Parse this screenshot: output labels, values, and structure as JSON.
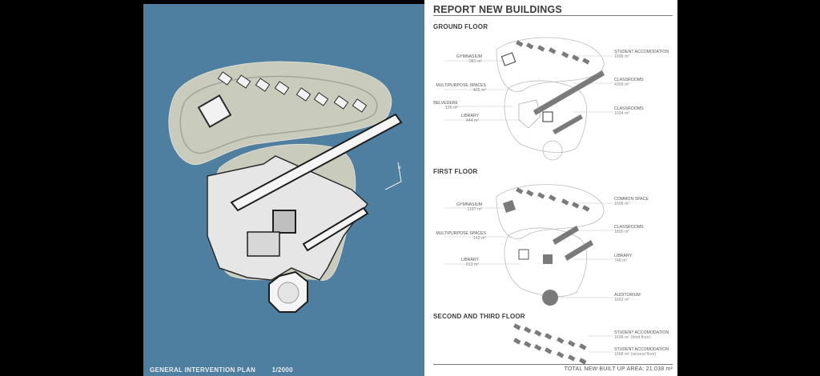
{
  "plan": {
    "title": "GENERAL INTERVENTION PLAN",
    "scale": "1/2000",
    "north_label": "N"
  },
  "report": {
    "title": "REPORT NEW BUILDINGS",
    "total": "TOTAL NEW BUILT UP AREA: 21.038 m²",
    "ground": {
      "heading": "GROUND FLOOR",
      "left": [
        {
          "name": "GYMNASIUM",
          "value": "381 m²"
        },
        {
          "name": "MULTIPURPOSE SPACES",
          "value": "405 m²"
        },
        {
          "name": "BELVEDERE",
          "value": "126 m²"
        },
        {
          "name": "LIBRARY",
          "value": "444 m²"
        }
      ],
      "right": [
        {
          "name": "STUDENT ACCOMODATION",
          "value": "1698 m²"
        },
        {
          "name": "CLASSROOMS",
          "value": "4399 m²"
        },
        {
          "name": "CLASSROOMS",
          "value": "1034 m²"
        }
      ]
    },
    "first": {
      "heading": "FIRST FLOOR",
      "left": [
        {
          "name": "GYMNASIUM",
          "value": "1187 m²"
        },
        {
          "name": "MULTIPURPOSE SPACES",
          "value": "142 m²"
        },
        {
          "name": "LIBRARY",
          "value": "813 m²"
        }
      ],
      "right": [
        {
          "name": "COMMON SPACE",
          "value": "1698 m²"
        },
        {
          "name": "CLASSROOMS",
          "value": "1805 m²"
        },
        {
          "name": "LIBRARY",
          "value": "748 m²"
        },
        {
          "name": "AUDITORIUM",
          "value": "1662 m²"
        }
      ]
    },
    "upper": {
      "heading": "SECOND AND THIRD FLOOR",
      "right": [
        {
          "name": "STUDENT ACCOMODATION",
          "value": "1698 m²",
          "note": "(third floor)"
        },
        {
          "name": "STUDENT ACCOMODATION",
          "value": "1698 m²",
          "note": "(second floor)"
        }
      ]
    }
  },
  "colors": {
    "water": "#4f7fa0",
    "island": "#c9cbbc",
    "building": "#f2f2f2",
    "shadow": "#2b2b2b",
    "block": "#7a7a7a"
  }
}
